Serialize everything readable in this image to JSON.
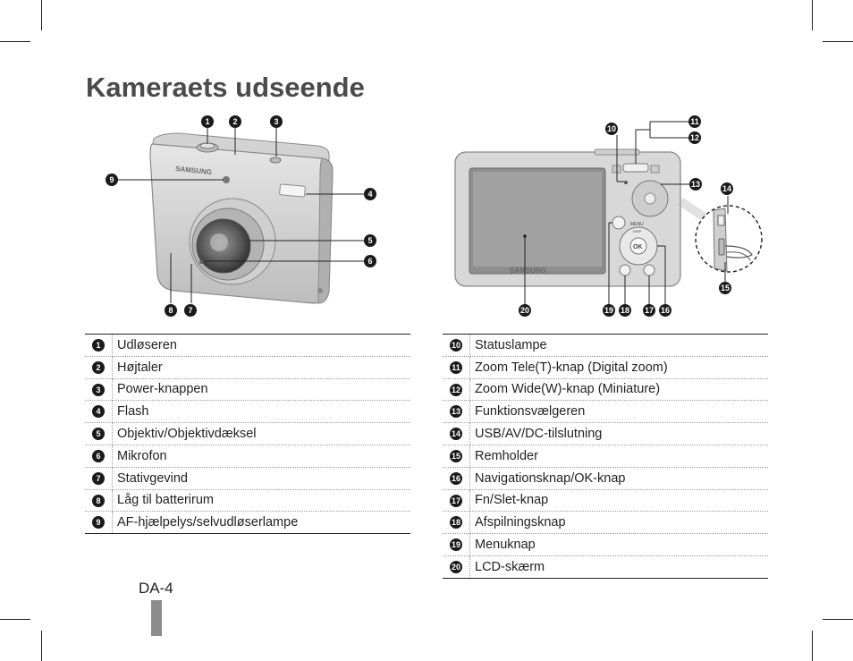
{
  "page": {
    "title": "Kameraets udseende",
    "page_number": "DA-4"
  },
  "front_view": {
    "brand": "SAMSUNG",
    "callouts": [
      "1",
      "2",
      "3",
      "4",
      "5",
      "6",
      "7",
      "8",
      "9"
    ]
  },
  "back_view": {
    "brand": "SAMSUNG",
    "menu_label": "MENU",
    "ok_label": "OK",
    "disp_label": "DISP",
    "callouts": [
      "10",
      "11",
      "12",
      "13",
      "14",
      "15",
      "16",
      "17",
      "18",
      "19",
      "20"
    ]
  },
  "parts_left": [
    {
      "num": "1",
      "label": "Udløseren"
    },
    {
      "num": "2",
      "label": "Højtaler"
    },
    {
      "num": "3",
      "label": "Power-knappen"
    },
    {
      "num": "4",
      "label": "Flash"
    },
    {
      "num": "5",
      "label": "Objektiv/Objektivdæksel"
    },
    {
      "num": "6",
      "label": "Mikrofon"
    },
    {
      "num": "7",
      "label": "Stativgevind"
    },
    {
      "num": "8",
      "label": "Låg til batterirum"
    },
    {
      "num": "9",
      "label": "AF-hjælpelys/selvudløserlampe"
    }
  ],
  "parts_right": [
    {
      "num": "10",
      "label": "Statuslampe"
    },
    {
      "num": "11",
      "label": "Zoom Tele(T)-knap (Digital zoom)"
    },
    {
      "num": "12",
      "label": "Zoom Wide(W)-knap (Miniature)"
    },
    {
      "num": "13",
      "label": "Funktionsvælgeren"
    },
    {
      "num": "14",
      "label": "USB/AV/DC-tilslutning"
    },
    {
      "num": "15",
      "label": "Remholder"
    },
    {
      "num": "16",
      "label": "Navigationsknap/OK-knap"
    },
    {
      "num": "17",
      "label": "Fn/Slet-knap"
    },
    {
      "num": "18",
      "label": "Afspilningsknap"
    },
    {
      "num": "19",
      "label": "Menuknap"
    },
    {
      "num": "20",
      "label": "LCD-skærm"
    }
  ]
}
